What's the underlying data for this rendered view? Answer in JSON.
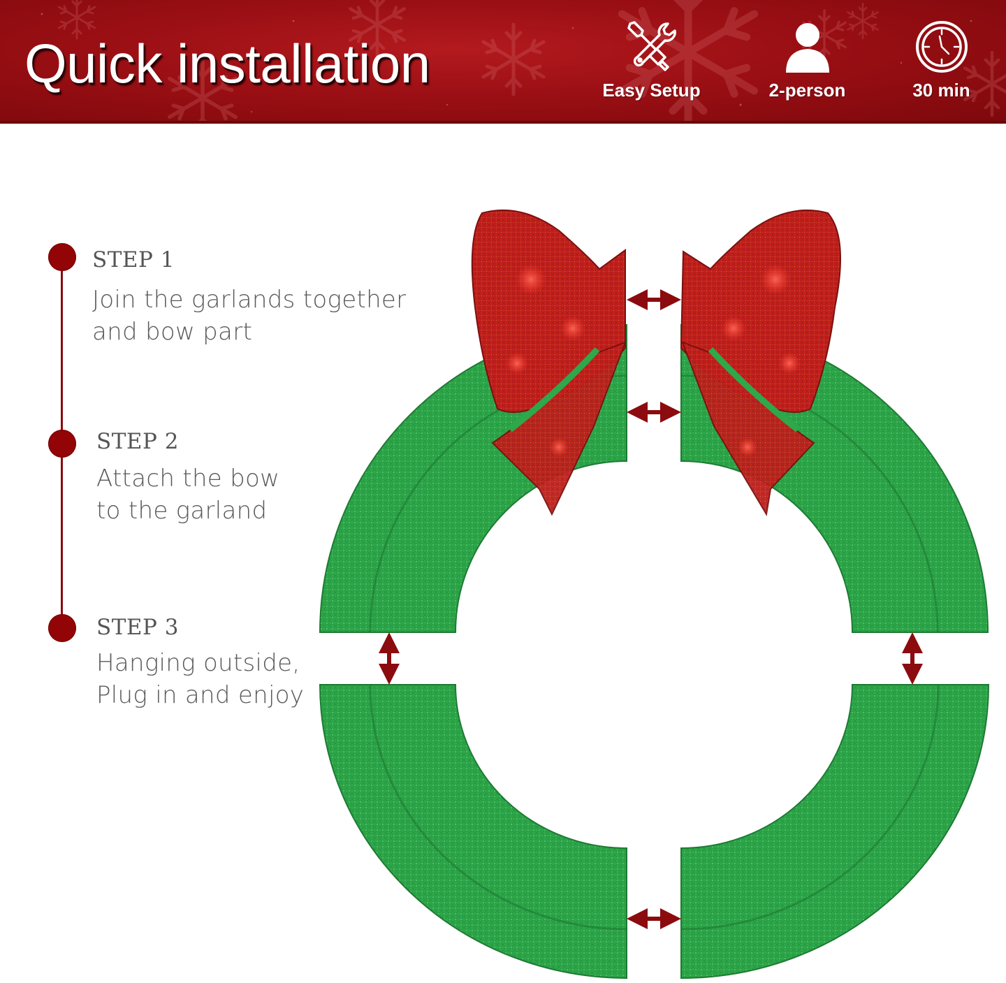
{
  "banner": {
    "title": "Quick installation",
    "background_color": "#9a0f14",
    "features": [
      {
        "icon": "tools-icon",
        "label": "Easy Setup"
      },
      {
        "icon": "person-icon",
        "label": "2-person"
      },
      {
        "icon": "clock-icon",
        "label": "30 min"
      }
    ]
  },
  "steps": [
    {
      "title": "STEP 1",
      "lines": [
        "Join the garlands together",
        "and bow part"
      ]
    },
    {
      "title": "STEP 2",
      "lines": [
        "Attach the bow",
        "to the garland"
      ]
    },
    {
      "title": "STEP 3",
      "lines": [
        "Hanging outside,",
        "Plug in and enjoy"
      ]
    }
  ],
  "diagram": {
    "wreath_color": "#2ea84a",
    "bow_color": "#c8201e",
    "arrow_color": "#8b0b0f",
    "pieces": [
      "bow-left",
      "bow-right",
      "garland-top-left",
      "garland-top-right",
      "garland-bottom-left",
      "garland-bottom-right"
    ],
    "arrows": [
      "join-bow-top",
      "join-bow-bottom",
      "join-left",
      "join-right",
      "join-bottom"
    ]
  }
}
